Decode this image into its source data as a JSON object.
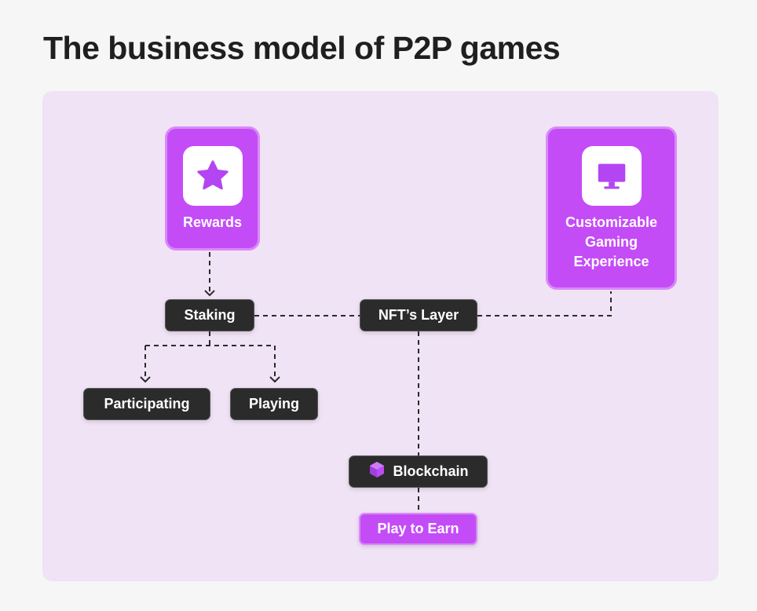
{
  "title": "The business model of P2P games",
  "cards": {
    "rewards": {
      "label": "Rewards",
      "icon": "star-icon"
    },
    "custom": {
      "lines": [
        "Customizable",
        "Gaming",
        "Experience"
      ],
      "icon": "monitor-icon"
    }
  },
  "nodes": {
    "staking": "Staking",
    "nft": "NFT’s Layer",
    "participating": "Participating",
    "playing": "Playing",
    "blockchain": "Blockchain",
    "play_to_earn": "Play to Earn"
  },
  "colors": {
    "accent": "#c44cf7",
    "node": "#2b2b2b",
    "panel": "#f0e3f5"
  }
}
